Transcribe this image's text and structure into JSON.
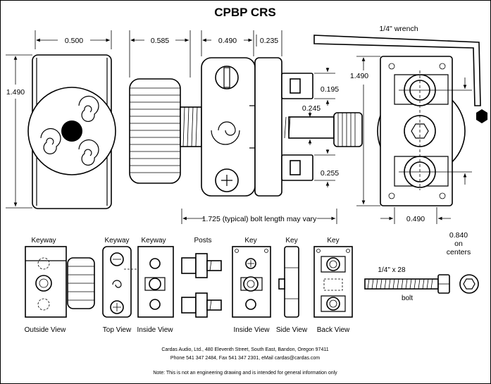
{
  "title": "CPBP CRS",
  "dimensions": {
    "body_width": "0.500",
    "knob_length": "0.585",
    "block_width": "0.490",
    "tab_width": "0.235",
    "height": "1.490",
    "height_right": "1.490",
    "upper_tab": "0.195",
    "post_gap": "0.245",
    "lower_tab": "0.255",
    "bolt_length": "1.725 (typical) bolt length may vary",
    "back_width": "0.490",
    "centers_value": "0.840",
    "centers_on": "on",
    "centers_label": "centers",
    "wrench": "1/4\" wrench"
  },
  "views": {
    "keyway1_title": "Keyway",
    "keyway2_title": "Keyway",
    "keyway3_title": "Keyway",
    "posts_title": "Posts",
    "key1_title": "Key",
    "key2_title": "Key",
    "key3_title": "Key",
    "outside": "Outside View",
    "top": "Top View",
    "inside1": "Inside View",
    "inside2": "Inside View",
    "side": "Side View",
    "back": "Back View",
    "bolt_size": "1/4\" x 28",
    "bolt": "bolt"
  },
  "footer": {
    "address": "Cardas Audio, Ltd., 480 Eleventh Street, South East, Bandon, Oregon 97411",
    "contact": "Phone 541 347 2484, Fax 541 347 2301, eMail cardas@cardas.com",
    "note": "Note:  This is not an engineering drawing and is intended for general information only"
  }
}
